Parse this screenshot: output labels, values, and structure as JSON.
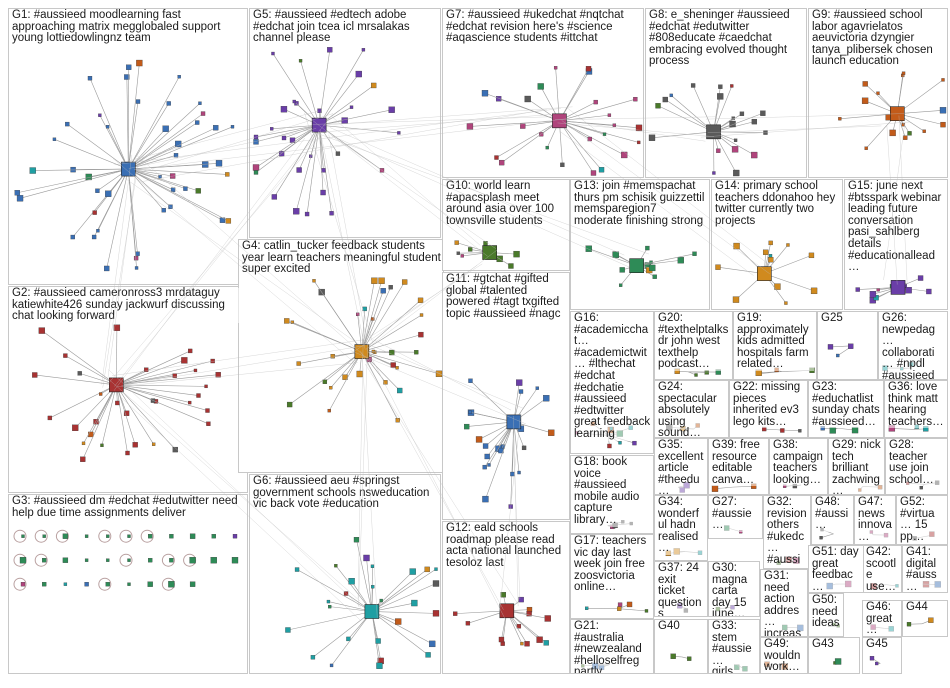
{
  "groups": [
    {
      "id": "G1",
      "label": "G1: #aussieed moodlearning fast approaching matrix megglobaled support young lottiedowlingnz team"
    },
    {
      "id": "G2",
      "label": "G2: #aussieed cameronross3 mrdataguy katiewhite426 sunday jackwurf discussing chat looking forward"
    },
    {
      "id": "G3",
      "label": "G3: #aussieed dm #edchat #edutwitter need help due time assignments deliver"
    },
    {
      "id": "G4",
      "label": "G4: catlin_tucker feedback students year learn teachers meaningful student super excited"
    },
    {
      "id": "G5",
      "label": "G5: #aussieed #edtech adobe #edchat join tcea icl mrsalakas channel please"
    },
    {
      "id": "G6",
      "label": "G6: #aussieed aeu #springst government schools nsweducation vic back vote #education"
    },
    {
      "id": "G7",
      "label": "G7: #aussieed #ukedchat #nqtchat #edchat revision here's #science #aqascience students #ittchat"
    },
    {
      "id": "G8",
      "label": "G8: e_sheninger #aussieed #edchat #edutwitter #808educate #caedchat embracing evolved thought process"
    },
    {
      "id": "G9",
      "label": "G9: #aussieed school labor agavrielatos aeuvictoria dzyngier tanya_plibersek chosen launch education"
    },
    {
      "id": "G10",
      "label": "G10: world learn #apacsplash meet around asia over 100 townsville students"
    },
    {
      "id": "G11",
      "label": "G11: #gtchat #gifted global #talented powered #tagt txgifted topic #aussieed #nagc"
    },
    {
      "id": "G12",
      "label": "G12: eald schools roadmap please read acta national launched tesoloz last"
    },
    {
      "id": "G13",
      "label": "G13: join #memspachat thurs pm schisik guizzettil memsparegion7 moderate finishing strong"
    },
    {
      "id": "G14",
      "label": "G14: primary school teachers ddonahoo hey twitter currently two projects"
    },
    {
      "id": "G15",
      "label": "G15: june next #btsspark webinar leading future conversation pasi_sahlberg details #educationallead…"
    },
    {
      "id": "G16",
      "label": "G16: #academicchat… #academictwit… #lthechat #edchat #edchatie #aussieed #edtwitter great feedback learning"
    },
    {
      "id": "G17",
      "label": "G17: teachers vic day last week join free zoosvictoria online…"
    },
    {
      "id": "G18",
      "label": "G18: book voice #aussieed mobile audio capture library…"
    },
    {
      "id": "G19",
      "label": "G19: approximately kids admitted hospitals farm related…"
    },
    {
      "id": "G20",
      "label": "G20: #texthelptalks dr john west texthelp podcast…"
    },
    {
      "id": "G21",
      "label": "G21: #australia #newzealand #helloselfreg partly…"
    },
    {
      "id": "G22",
      "label": "G22: missing pieces inherited ev3 lego kits…"
    },
    {
      "id": "G23",
      "label": "G23: #educhatlist sunday chats #aussieed…"
    },
    {
      "id": "G24",
      "label": "G24: spectacular absolutely using sound…"
    },
    {
      "id": "G25",
      "label": "G25"
    },
    {
      "id": "G26",
      "label": "G26: newpedag… collaborati… #npdl #aussieed…"
    },
    {
      "id": "G27",
      "label": "G27: #aussie…"
    },
    {
      "id": "G28",
      "label": "G28: teacher use join school…"
    },
    {
      "id": "G29",
      "label": "G29: nick tech brilliant zachwing…"
    },
    {
      "id": "G30",
      "label": "G30: magna carta day 15 june…"
    },
    {
      "id": "G31",
      "label": "G31: need action addres… increas…"
    },
    {
      "id": "G32",
      "label": "G32: revision others #ukedc… #aussi…"
    },
    {
      "id": "G33",
      "label": "G33: stem #aussie… girls…"
    },
    {
      "id": "G34",
      "label": "G34: wonderful hadn realised…"
    },
    {
      "id": "G35",
      "label": "G35: excellent article #theedu…"
    },
    {
      "id": "G36",
      "label": "G36: love think matt hearing teachers…"
    },
    {
      "id": "G37",
      "label": "G37: 24 exit ticket questions finleyt…"
    },
    {
      "id": "G38",
      "label": "G38: campaign teachers looking…"
    },
    {
      "id": "G39",
      "label": "G39: free resource editable canva…"
    },
    {
      "id": "G40",
      "label": "G40"
    },
    {
      "id": "G41",
      "label": "G41: digital #auss…"
    },
    {
      "id": "G42",
      "label": "G42: scootle use…"
    },
    {
      "id": "G43",
      "label": "G43"
    },
    {
      "id": "G44",
      "label": "G44"
    },
    {
      "id": "G45",
      "label": "G45"
    },
    {
      "id": "G46",
      "label": "G46: great…"
    },
    {
      "id": "G47",
      "label": "G47: news innova…"
    },
    {
      "id": "G48",
      "label": "G48: #aussi…"
    },
    {
      "id": "G49",
      "label": "G49: wouldn work…"
    },
    {
      "id": "G50",
      "label": "G50: need ideas…"
    },
    {
      "id": "G51",
      "label": "G51: day great feedbac…"
    },
    {
      "id": "G52",
      "label": "G52: #virtua… 15 pp…"
    }
  ]
}
